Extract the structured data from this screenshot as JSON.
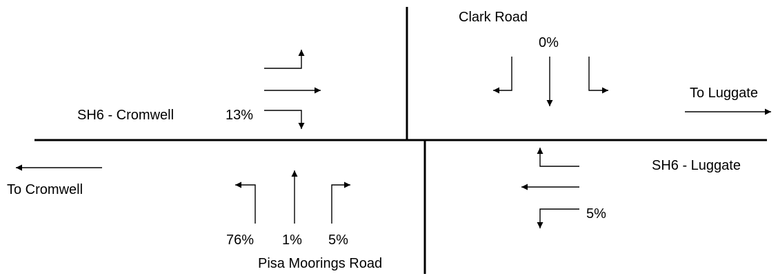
{
  "roads": {
    "north": "Clark Road",
    "west": "SH6 - Cromwell",
    "east": "SH6 - Luggate",
    "south": "Pisa Moorings Road"
  },
  "destinations": {
    "east": "To Luggate",
    "west": "To Cromwell"
  },
  "percentages": {
    "clark_through": "0%",
    "sh6_cromwell_right": "13%",
    "pisa_left": "76%",
    "pisa_through": "1%",
    "pisa_right": "5%",
    "sh6_luggate_left": "5%"
  }
}
